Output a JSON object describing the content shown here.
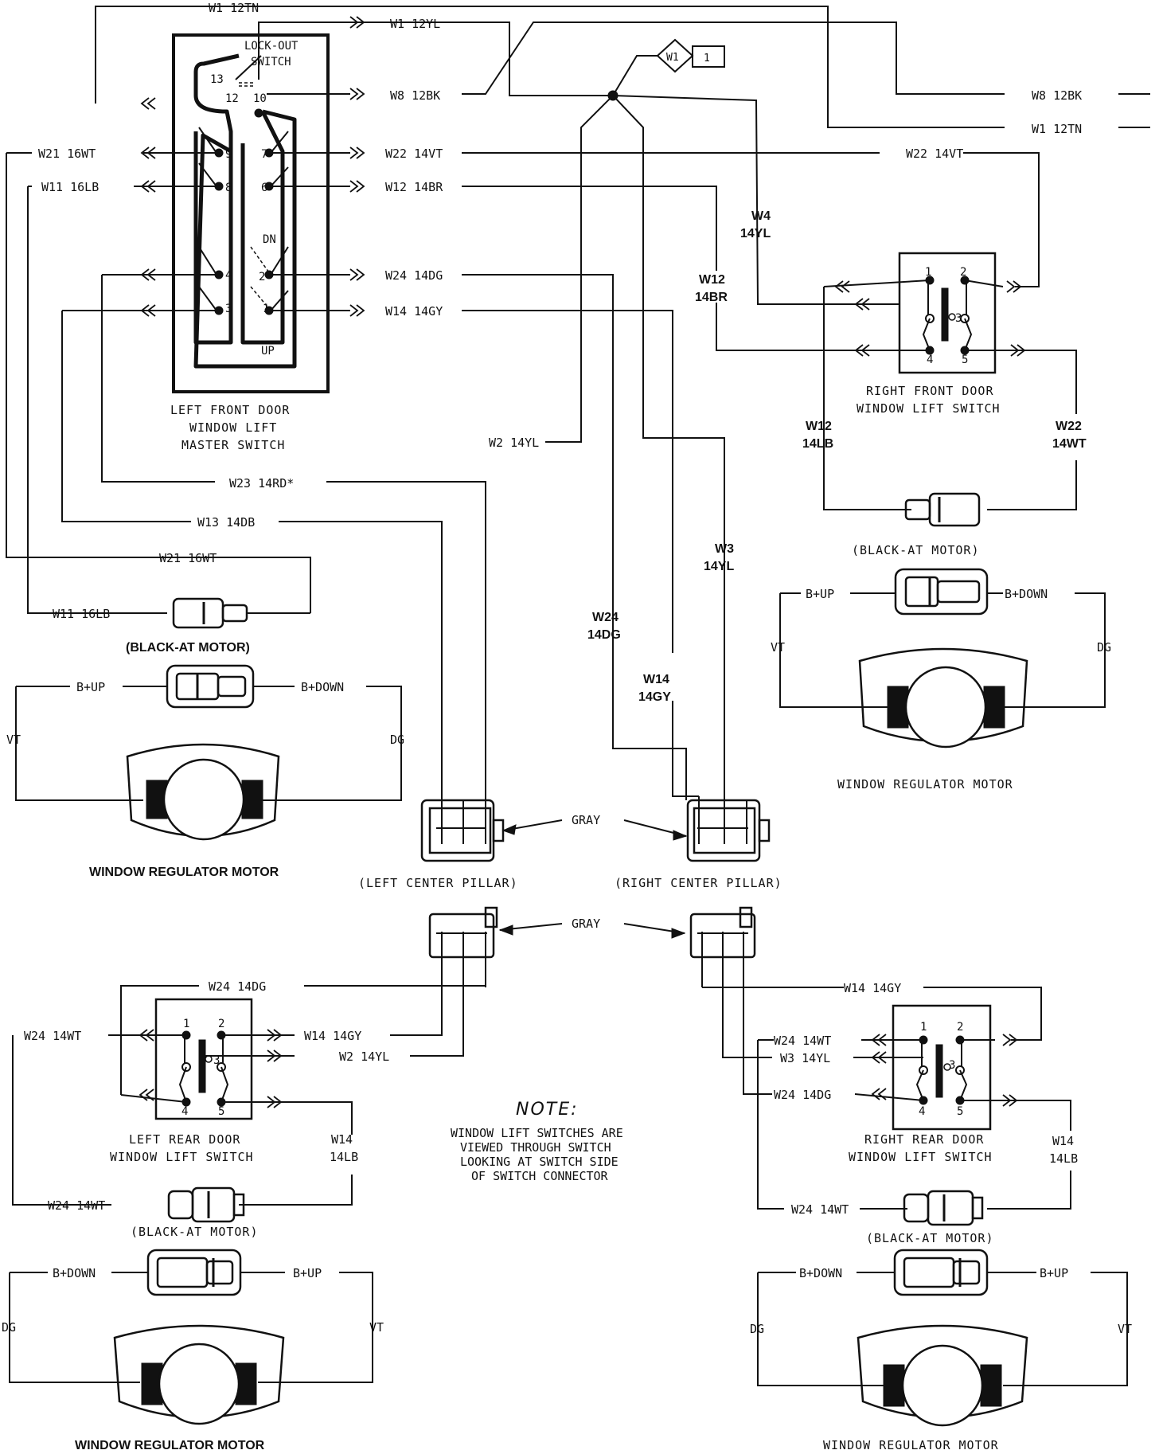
{
  "wires": {
    "w1_12tn": "W1 12TN",
    "w1_12yl": "W1 12YL",
    "w8_12bk": "W8 12BK",
    "w8_12bk_right": "W8 12BK",
    "w1_12tn_right": "W1 12TN",
    "w21_16wt": "W21 16WT",
    "w11_16lb": "W11 16LB",
    "w22_14vt": "W22 14VT",
    "w22_14vt_right": "W22 14VT",
    "w12_14br": "W12 14BR",
    "w24_14dg": "W24 14DG",
    "w14_14gy": "W14 14GY",
    "w4": "W4",
    "w4_color": "14YL",
    "w12": "W12",
    "w12_color": "14BR",
    "w12_lb": "W12",
    "w12_lb_color": "14LB",
    "w22_wt": "W22",
    "w22_wt_color": "14WT",
    "w2_14yl": "W2 14YL",
    "w23_14rd": "W23 14RD*",
    "w13_14db": "W13 14DB",
    "w21_16wt_lower": "W21 16WT",
    "w11_16lb_lower": "W11 16LB",
    "w3": "W3",
    "w3_color": "14YL",
    "w24_vert": "W24",
    "w24_vert_color": "14DG",
    "w14_vert": "W14",
    "w14_vert_color": "14GY",
    "lr_w24_14dg": "W24 14DG",
    "lr_w24_14wt": "W24 14WT",
    "lr_w14_14gy": "W14 14GY",
    "lr_w2_14yl": "W2 14YL",
    "lr_w14": "W14",
    "lr_w14_color": "14LB",
    "lr_w24_14wt_motor": "W24 14WT",
    "rr_w14_14gy": "W14 14GY",
    "rr_w24_14wt": "W24 14WT",
    "rr_w3_14yl": "W3 14YL",
    "rr_w24_14dg": "W24 14DG",
    "rr_w14": "W14",
    "rr_w14_color": "14LB",
    "rr_w24_14wt_motor": "W24 14WT"
  },
  "splice": {
    "id": "W1",
    "num": "1"
  },
  "master_switch": {
    "lockout_line1": "LOCK-OUT",
    "lockout_line2": "SWITCH",
    "pins": [
      "13",
      "12",
      "10",
      "9",
      "7",
      "8",
      "6",
      "4",
      "2",
      "3",
      "1"
    ],
    "dn": "DN",
    "up": "UP",
    "caption": [
      "LEFT FRONT DOOR",
      "WINDOW LIFT",
      "MASTER SWITCH"
    ]
  },
  "rf_switch": {
    "pins": [
      "1",
      "2",
      "3",
      "4",
      "5"
    ],
    "caption": [
      "RIGHT FRONT DOOR",
      "WINDOW LIFT SWITCH"
    ]
  },
  "lr_switch": {
    "pins": [
      "1",
      "2",
      "3",
      "4",
      "5"
    ],
    "caption": [
      "LEFT REAR DOOR",
      "WINDOW LIFT SWITCH"
    ]
  },
  "rr_switch": {
    "pins": [
      "1",
      "2",
      "3",
      "4",
      "5"
    ],
    "caption": [
      "RIGHT REAR DOOR",
      "WINDOW LIFT SWITCH"
    ]
  },
  "connectors": {
    "black_at_motor_lf": "(BLACK-AT MOTOR)",
    "black_at_motor_rf": "(BLACK-AT MOTOR)",
    "black_at_motor_lr": "(BLACK-AT MOTOR)",
    "black_at_motor_rr": "(BLACK-AT MOTOR)",
    "gray_upper": "GRAY",
    "gray_lower": "GRAY",
    "left_center_pillar": "(LEFT CENTER PILLAR)",
    "right_center_pillar": "(RIGHT CENTER PILLAR)"
  },
  "motors": {
    "lf": {
      "up": "B+UP",
      "down": "B+DOWN",
      "left": "VT",
      "right": "DG",
      "caption": "WINDOW REGULATOR MOTOR"
    },
    "rf": {
      "up": "B+UP",
      "down": "B+DOWN",
      "left": "VT",
      "right": "DG",
      "caption": "WINDOW REGULATOR MOTOR"
    },
    "lr": {
      "down": "B+DOWN",
      "up": "B+UP",
      "left": "DG",
      "right": "VT",
      "caption": "WINDOW REGULATOR MOTOR"
    },
    "rr": {
      "down": "B+DOWN",
      "up": "B+UP",
      "left": "DG",
      "right": "VT",
      "caption": "WINDOW REGULATOR MOTOR"
    }
  },
  "note": {
    "title": "NOTE:",
    "lines": [
      "WINDOW LIFT SWITCHES ARE",
      "VIEWED THROUGH SWITCH",
      "LOOKING AT SWITCH SIDE",
      "OF SWITCH CONNECTOR"
    ]
  }
}
